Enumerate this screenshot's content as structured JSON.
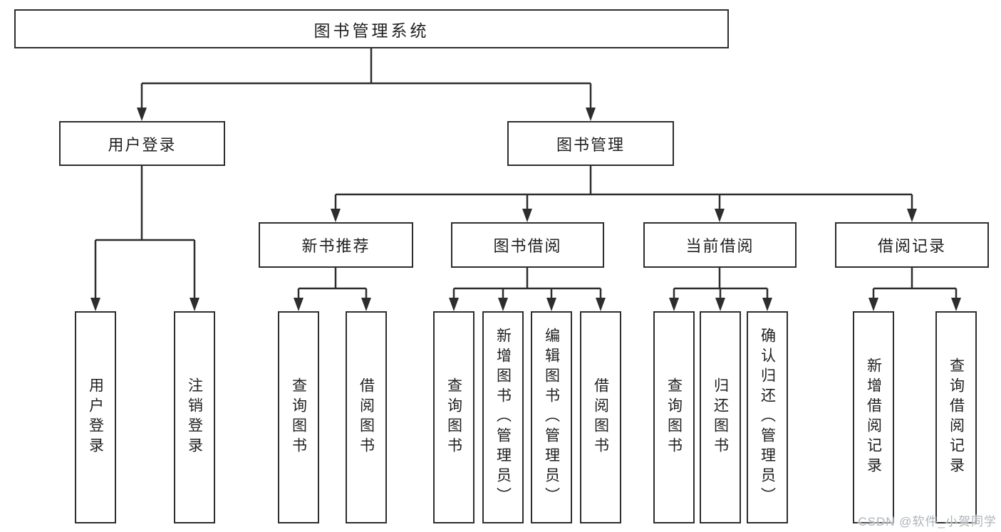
{
  "title": "图书管理系统",
  "watermark": "CSDN @软件_小贺同学",
  "colors": {
    "line": "#2d2d2d",
    "box_border": "#2d2d2d",
    "text": "#1f1f1f",
    "watermark": "#aeb4ba",
    "background": "#ffffff"
  },
  "tree": {
    "label": "图书管理系统",
    "children": [
      {
        "label": "用户登录",
        "children": [
          {
            "label": "用户登录"
          },
          {
            "label": "注销登录"
          }
        ]
      },
      {
        "label": "图书管理",
        "children": [
          {
            "label": "新书推荐",
            "children": [
              {
                "label": "查询图书"
              },
              {
                "label": "借阅图书"
              }
            ]
          },
          {
            "label": "图书借阅",
            "children": [
              {
                "label": "查询图书"
              },
              {
                "label": "新增图书（管理员）"
              },
              {
                "label": "编辑图书（管理员）"
              },
              {
                "label": "借阅图书"
              }
            ]
          },
          {
            "label": "当前借阅",
            "children": [
              {
                "label": "查询图书"
              },
              {
                "label": "归还图书"
              },
              {
                "label": "确认归还（管理员）"
              }
            ]
          },
          {
            "label": "借阅记录",
            "children": [
              {
                "label": "新增借阅记录"
              },
              {
                "label": "查询借阅记录"
              }
            ]
          }
        ]
      }
    ]
  }
}
